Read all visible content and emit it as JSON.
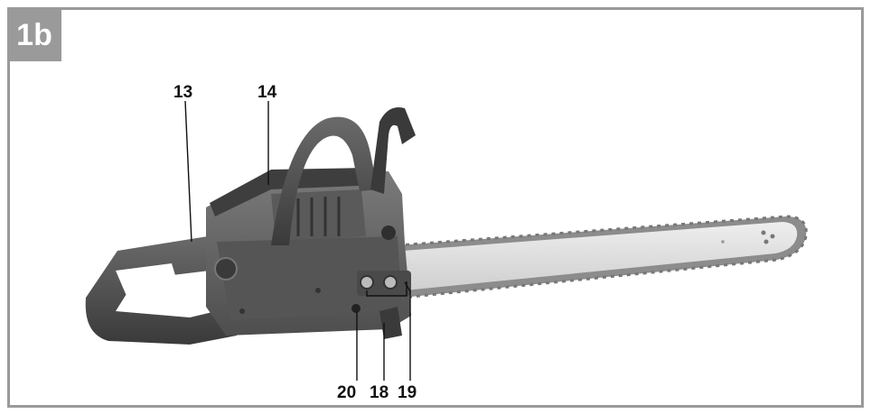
{
  "figure": {
    "badge": "1b",
    "frame_color": "#9a9a9a",
    "callouts": [
      "13",
      "14",
      "20",
      "18",
      "19"
    ]
  },
  "colors": {
    "body_dark": "#4a4a4a",
    "body_mid": "#6b6b6b",
    "bar": "#d9d9d9",
    "chain": "#8a8a8a"
  }
}
